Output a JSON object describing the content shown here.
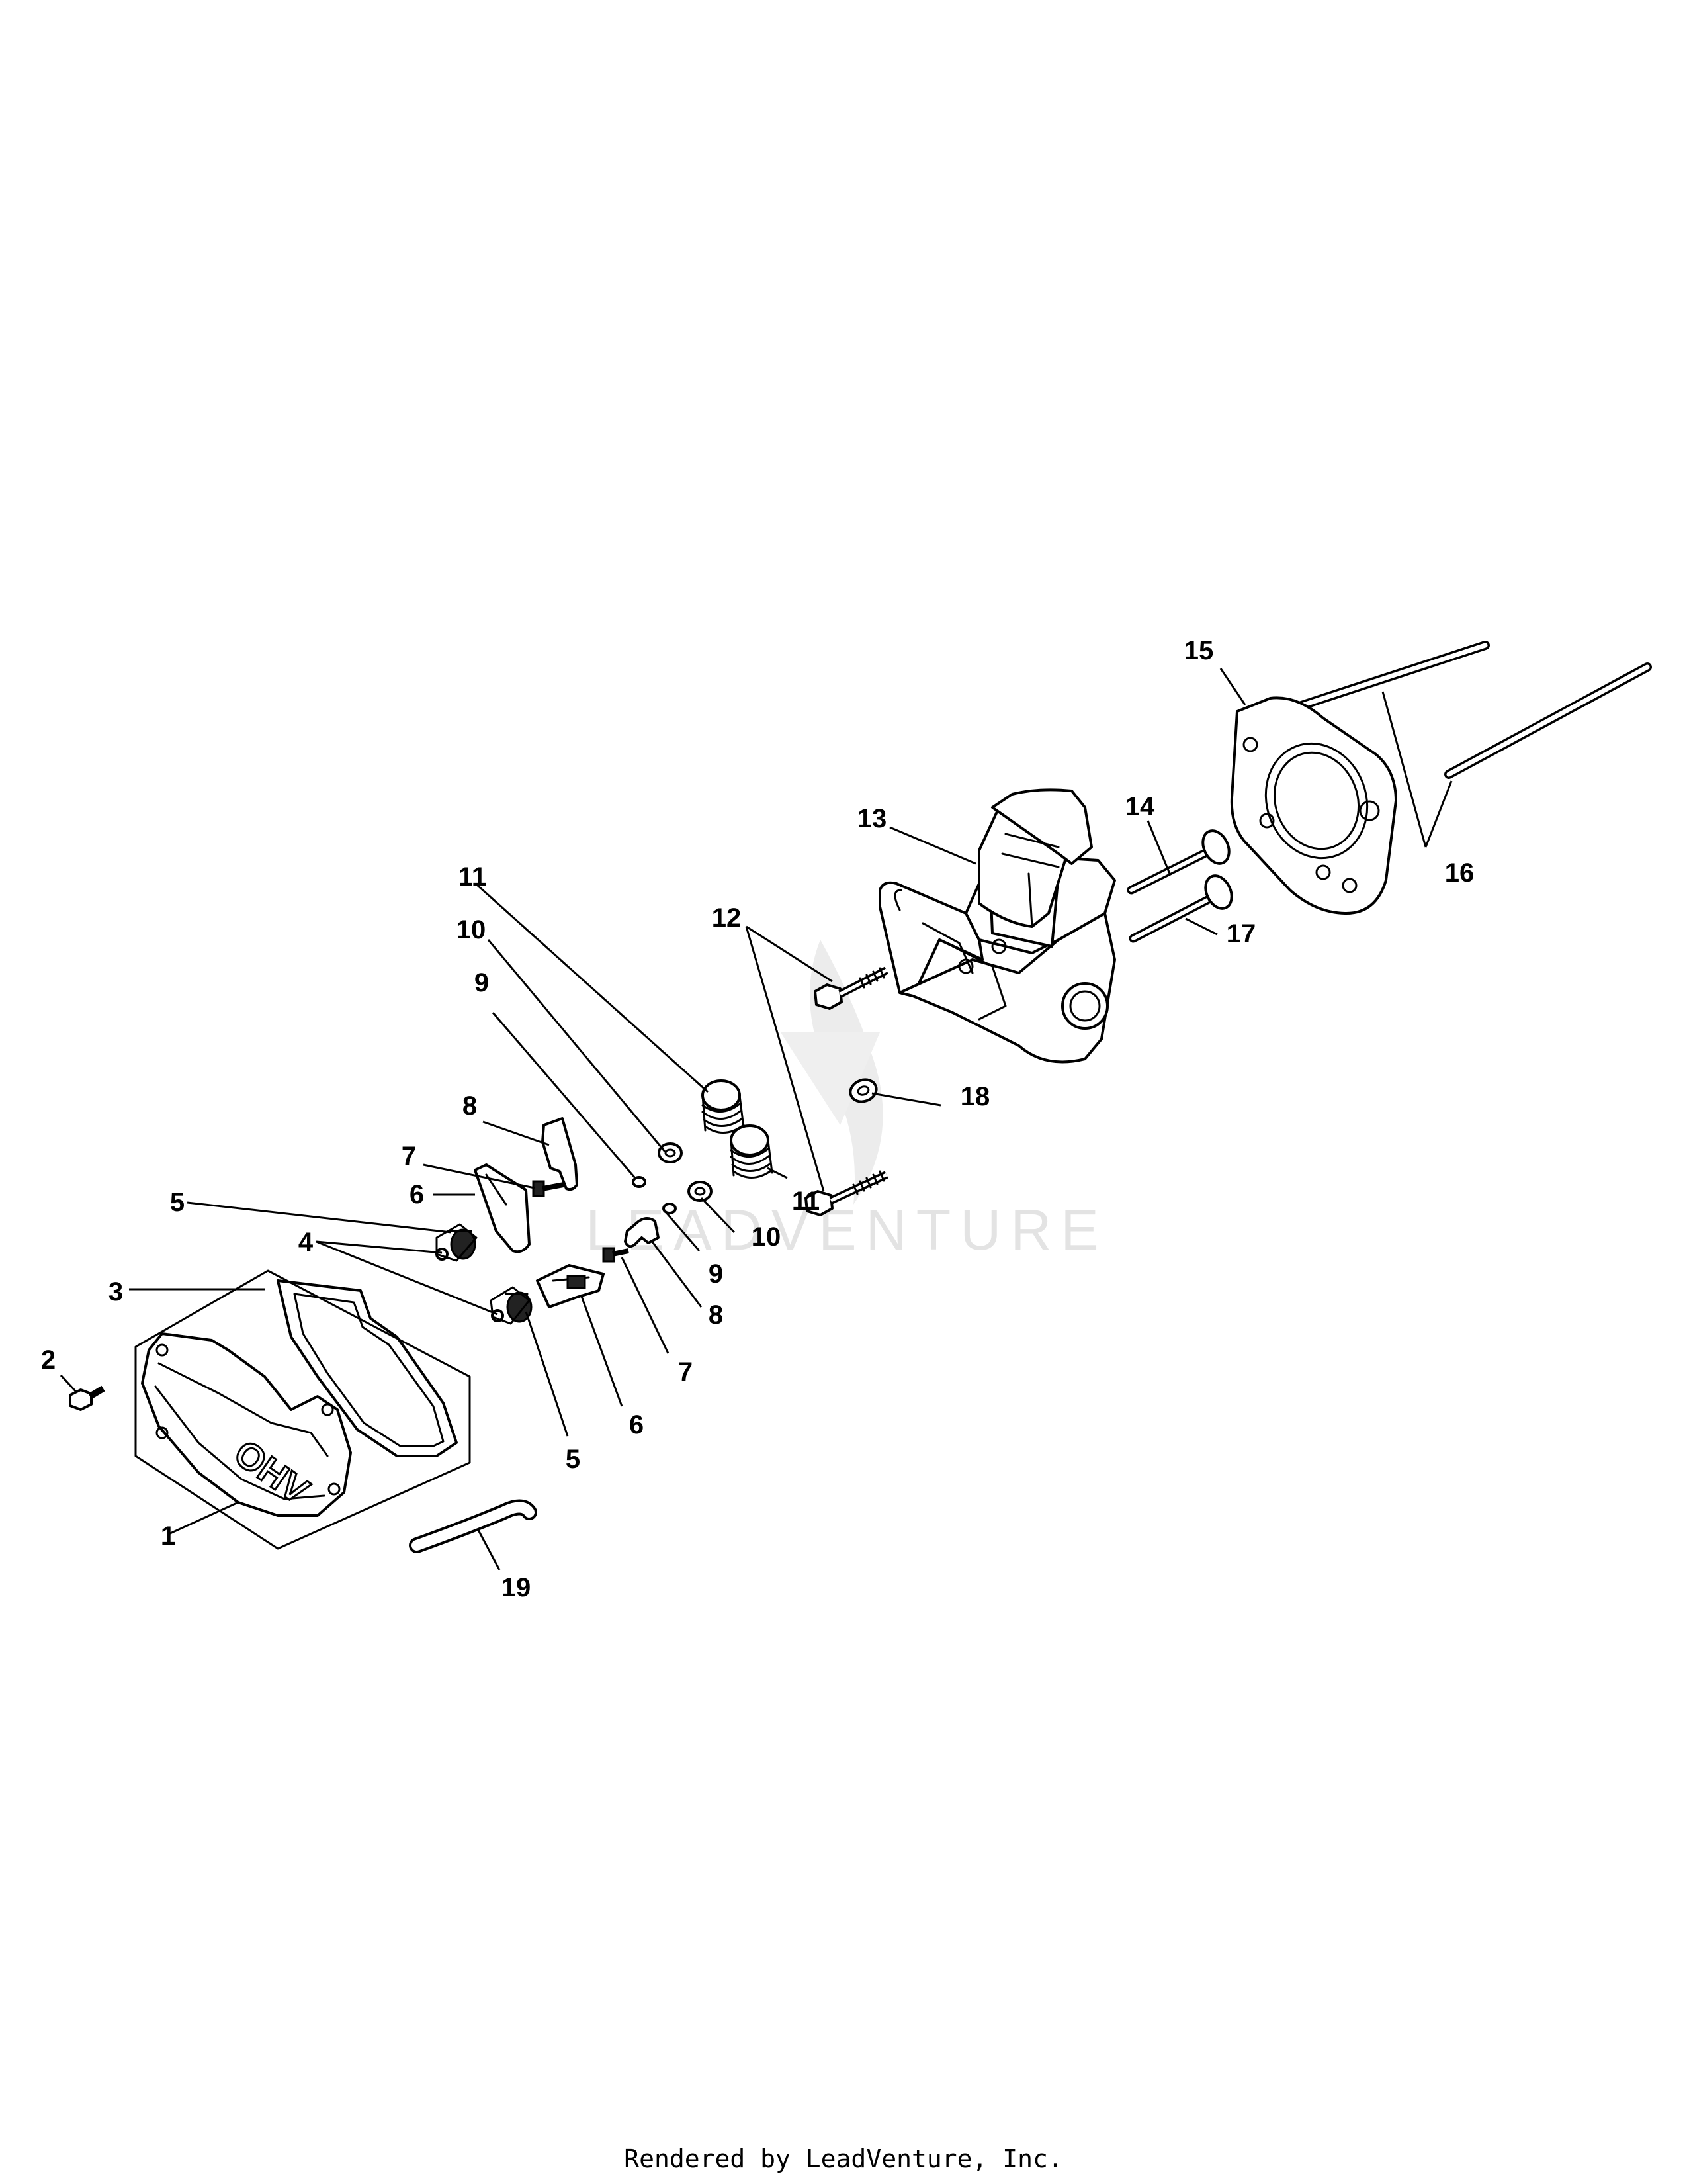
{
  "watermark": {
    "text": "LEADVENTURE"
  },
  "footer": {
    "text": "Rendered by LeadVenture, Inc."
  },
  "cover_text": "OHV",
  "callouts": [
    {
      "id": "c1",
      "label": "1"
    },
    {
      "id": "c2",
      "label": "2"
    },
    {
      "id": "c3",
      "label": "3"
    },
    {
      "id": "c4",
      "label": "4"
    },
    {
      "id": "c5a",
      "label": "5"
    },
    {
      "id": "c5b",
      "label": "5"
    },
    {
      "id": "c6a",
      "label": "6"
    },
    {
      "id": "c6b",
      "label": "6"
    },
    {
      "id": "c7a",
      "label": "7"
    },
    {
      "id": "c7b",
      "label": "7"
    },
    {
      "id": "c8a",
      "label": "8"
    },
    {
      "id": "c8b",
      "label": "8"
    },
    {
      "id": "c9a",
      "label": "9"
    },
    {
      "id": "c9b",
      "label": "9"
    },
    {
      "id": "c10a",
      "label": "10"
    },
    {
      "id": "c10b",
      "label": "10"
    },
    {
      "id": "c11a",
      "label": "11"
    },
    {
      "id": "c11b",
      "label": "11"
    },
    {
      "id": "c12",
      "label": "12"
    },
    {
      "id": "c13",
      "label": "13"
    },
    {
      "id": "c14",
      "label": "14"
    },
    {
      "id": "c15",
      "label": "15"
    },
    {
      "id": "c16",
      "label": "16"
    },
    {
      "id": "c17",
      "label": "17"
    },
    {
      "id": "c18",
      "label": "18"
    },
    {
      "id": "c19",
      "label": "19"
    }
  ]
}
